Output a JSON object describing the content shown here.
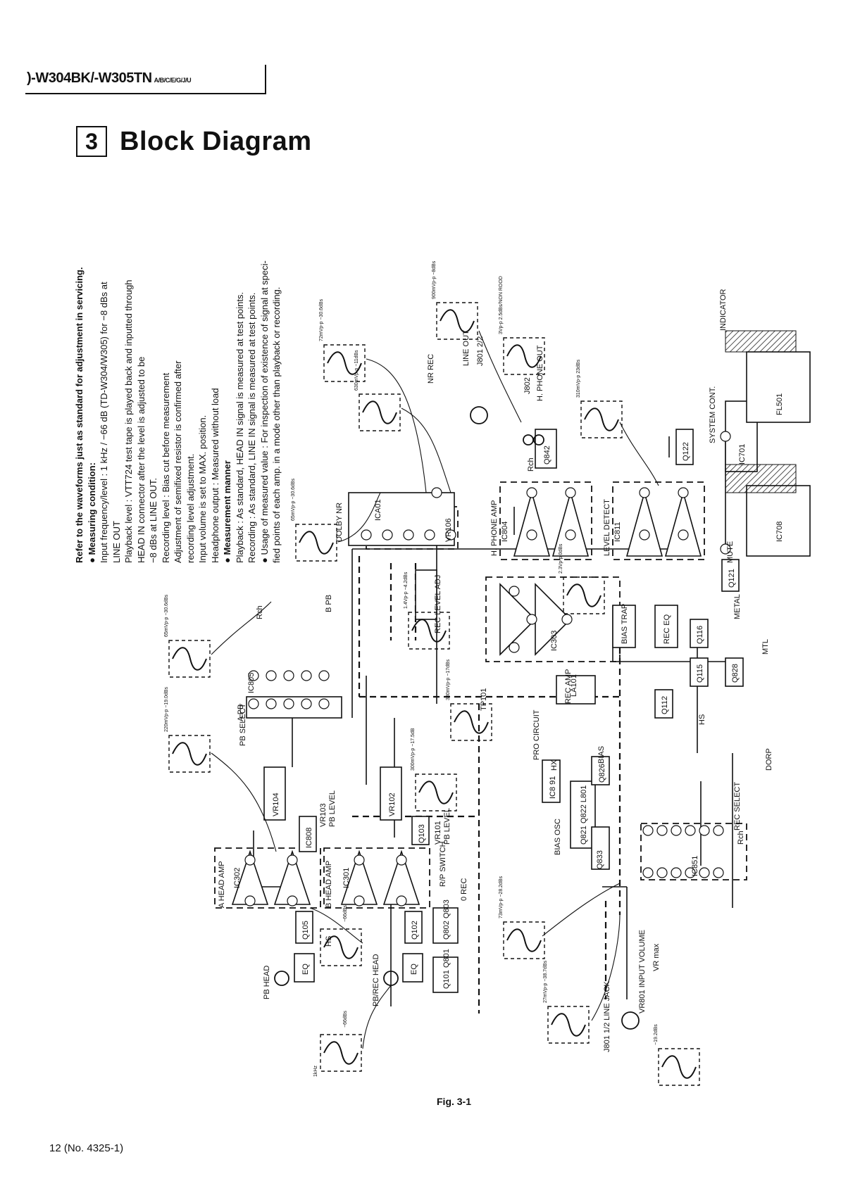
{
  "header": {
    "model": ")-W304BK/-W305TN",
    "suffix": "A/B/C/E/G/J/U"
  },
  "section": {
    "number": "3",
    "title": "Block Diagram"
  },
  "notes": [
    {
      "text": "Refer to the waveforms just as standard for adjustment in servicing.",
      "bold": true
    },
    {
      "text": "● Measuring condition:",
      "bold": true
    },
    {
      "text": "Input frequency/level : 1 kHz / −66 dB (TD-W304/W305) for −8 dBs at",
      "bold": false
    },
    {
      "text": "LINE OUT",
      "bold": false
    },
    {
      "text": "Playback level : VTT724 test tape is played back and inputted through",
      "bold": false
    },
    {
      "text": "HEAD IN connector after the level is adjusted to be",
      "bold": false
    },
    {
      "text": "−8 dBs at LINE OUT.",
      "bold": false
    },
    {
      "text": "Recording level : Bias cut before measurement",
      "bold": false
    },
    {
      "text": "Adjustment of semifixed resistor is confirmed after",
      "bold": false
    },
    {
      "text": "recording level adjustment.",
      "bold": false
    },
    {
      "text": "Input volume is set to MAX. position.",
      "bold": false
    },
    {
      "text": "Headphone output : Measured without load",
      "bold": false
    },
    {
      "text": "● Measurement manner",
      "bold": true
    },
    {
      "text": "Playback : As standard, HEAD IN signal is measured at test points.",
      "bold": false
    },
    {
      "text": "Recording : As standard, LINE IN signal is measured at test points.",
      "bold": false
    },
    {
      "text": "● Usage of measured value : For inspection of existence of signal at speci-",
      "bold": false
    },
    {
      "text": "fied points of each amp. in a mode other than playback or recording.",
      "bold": false
    }
  ],
  "diagram": {
    "boxes": [
      {
        "id": "ic302",
        "label": "IC302"
      },
      {
        "id": "ic301",
        "label": "IC301"
      },
      {
        "id": "vr104",
        "label": "VR104"
      },
      {
        "id": "vr102",
        "label": "VR102"
      },
      {
        "id": "ic808",
        "label": "IC808"
      },
      {
        "id": "q103",
        "label": "Q103"
      },
      {
        "id": "ic805",
        "label": "IC805"
      },
      {
        "id": "ica01",
        "label": "ICA01"
      },
      {
        "id": "ic303",
        "label": "IC303"
      },
      {
        "id": "ic804",
        "label": "IC804"
      },
      {
        "id": "ic811",
        "label": "IC811"
      },
      {
        "id": "ic708",
        "label": "IC708"
      },
      {
        "id": "ic701",
        "label": "IC701"
      },
      {
        "id": "fl501",
        "label": "FL501"
      },
      {
        "id": "q122",
        "label": "Q122"
      },
      {
        "id": "q121",
        "label": "Q121"
      },
      {
        "id": "q842",
        "label": "Q842"
      },
      {
        "id": "q105",
        "label": "Q105"
      },
      {
        "id": "q102",
        "label": "Q102"
      },
      {
        "id": "q802",
        "label": "Q802 Q803"
      },
      {
        "id": "q101",
        "label": "Q101 Q801"
      },
      {
        "id": "eq1",
        "label": "EQ"
      },
      {
        "id": "eq2",
        "label": "EQ"
      },
      {
        "id": "ic891",
        "label": "IC8 91"
      },
      {
        "id": "q821",
        "label": "Q821 Q822 L801"
      },
      {
        "id": "q826",
        "label": "Q826"
      },
      {
        "id": "q833",
        "label": "Q833"
      },
      {
        "id": "biastrap",
        "label": "BIAS TRAP"
      },
      {
        "id": "receq",
        "label": "REC EQ"
      },
      {
        "id": "q116",
        "label": "Q116"
      },
      {
        "id": "q115",
        "label": "Q115"
      },
      {
        "id": "q112",
        "label": "Q112"
      },
      {
        "id": "q828",
        "label": "Q828"
      },
      {
        "id": "ic851",
        "label": "IC851"
      },
      {
        "id": "la101",
        "label": "LA101"
      }
    ],
    "labels": [
      {
        "id": "l_ahead",
        "text": "A HEAD AMP"
      },
      {
        "id": "l_bhead",
        "text": "B HEAD AMP"
      },
      {
        "id": "l_pbsel",
        "text": "PB SELECT"
      },
      {
        "id": "l_dolby",
        "text": "DOLBY NR"
      },
      {
        "id": "l_hphamp",
        "text": "H. PHONE AMP"
      },
      {
        "id": "l_lvl",
        "text": "LEVEL DETECT"
      },
      {
        "id": "l_mute",
        "text": "MUTE"
      },
      {
        "id": "l_sys",
        "text": "SYSTEM CONT."
      },
      {
        "id": "l_ind",
        "text": "INDICATOR"
      },
      {
        "id": "l_nrrec",
        "text": "NR REC"
      },
      {
        "id": "l_lineout",
        "text": "LINE OUT"
      },
      {
        "id": "l_j801",
        "text": "J801 2/2"
      },
      {
        "id": "l_j802",
        "text": "J802"
      },
      {
        "id": "l_hout",
        "text": "H. PHONE OUT"
      },
      {
        "id": "l_rch1",
        "text": "Rch"
      },
      {
        "id": "l_rch2",
        "text": "Rch"
      },
      {
        "id": "l_rch3",
        "text": "Rch"
      },
      {
        "id": "l_recadj",
        "text": "REC LEVEL ADJ"
      },
      {
        "id": "l_vr106",
        "text": "VR106"
      },
      {
        "id": "l_tp101",
        "text": "TP101"
      },
      {
        "id": "l_recamp",
        "text": "REC AMP"
      },
      {
        "id": "l_metal",
        "text": "METAL"
      },
      {
        "id": "l_mtl",
        "text": "MTL"
      },
      {
        "id": "l_hs2",
        "text": "HS"
      },
      {
        "id": "l_pro",
        "text": "PRO CIRCUIT"
      },
      {
        "id": "l_hx",
        "text": "HX"
      },
      {
        "id": "l_biasosc",
        "text": "BIAS OSC"
      },
      {
        "id": "l_bias",
        "text": "BIAS"
      },
      {
        "id": "l_dorp",
        "text": "DORP"
      },
      {
        "id": "l_recsel",
        "text": "REC SELECT"
      },
      {
        "id": "l_vr103",
        "text": "VR103"
      },
      {
        "id": "l_pbl1",
        "text": "PB LEVEL"
      },
      {
        "id": "l_vr101",
        "text": "VR101"
      },
      {
        "id": "l_pbl2",
        "text": "PB LEVEL"
      },
      {
        "id": "l_rp",
        "text": "R/P SWITCH"
      },
      {
        "id": "l_orec",
        "text": "0 REC"
      },
      {
        "id": "l_hs1",
        "text": "HS"
      },
      {
        "id": "l_pbhead",
        "text": "PB HEAD"
      },
      {
        "id": "l_rphead",
        "text": "PB/REC HEAD"
      },
      {
        "id": "l_linejack",
        "text": "J801 1/2 LINE JACK"
      },
      {
        "id": "l_vr801",
        "text": "VR801 INPUT VOLUME"
      },
      {
        "id": "l_vrmax",
        "text": "VR max"
      },
      {
        "id": "l_apb",
        "text": "A PB"
      },
      {
        "id": "l_bpb",
        "text": "B PB"
      }
    ],
    "waveforms": [
      {
        "id": "w1",
        "text": "1kHz"
      },
      {
        "id": "w2",
        "text": "−66dBs"
      },
      {
        "id": "w3",
        "text": "−66dBs"
      },
      {
        "id": "w4",
        "text": "220mVp-p −19.0dBs"
      },
      {
        "id": "w5",
        "text": "300mVp-p −17.5dB"
      },
      {
        "id": "w6",
        "text": "65mVp-p −30.6dBs"
      },
      {
        "id": "w7",
        "text": "65mVp-p −30.6dBs"
      },
      {
        "id": "w8",
        "text": "330mVp-p −17dBs"
      },
      {
        "id": "w9",
        "text": "1.4Vp-p −4.2dBs"
      },
      {
        "id": "w10",
        "text": "2.3Vp-p 0dBs"
      },
      {
        "id": "w11",
        "text": "72mVp-p −30.6dBs"
      },
      {
        "id": "w12",
        "text": "630mVp-p −11dBs"
      },
      {
        "id": "w13",
        "text": "900mVp-p −8dBs"
      },
      {
        "id": "w14",
        "text": "3Vp-p 2.5dBs/NON ROOD"
      },
      {
        "id": "w15",
        "text": "310mVp-p 23dBs"
      },
      {
        "id": "w16",
        "text": "73mVp-p −28.2dBs"
      },
      {
        "id": "w17",
        "text": "27mVp-p −38.7dBs"
      },
      {
        "id": "w18",
        "text": "−19.2dBs"
      }
    ]
  },
  "figure_label": "Fig. 3-1",
  "page_number": "12 (No. 4325-1)"
}
